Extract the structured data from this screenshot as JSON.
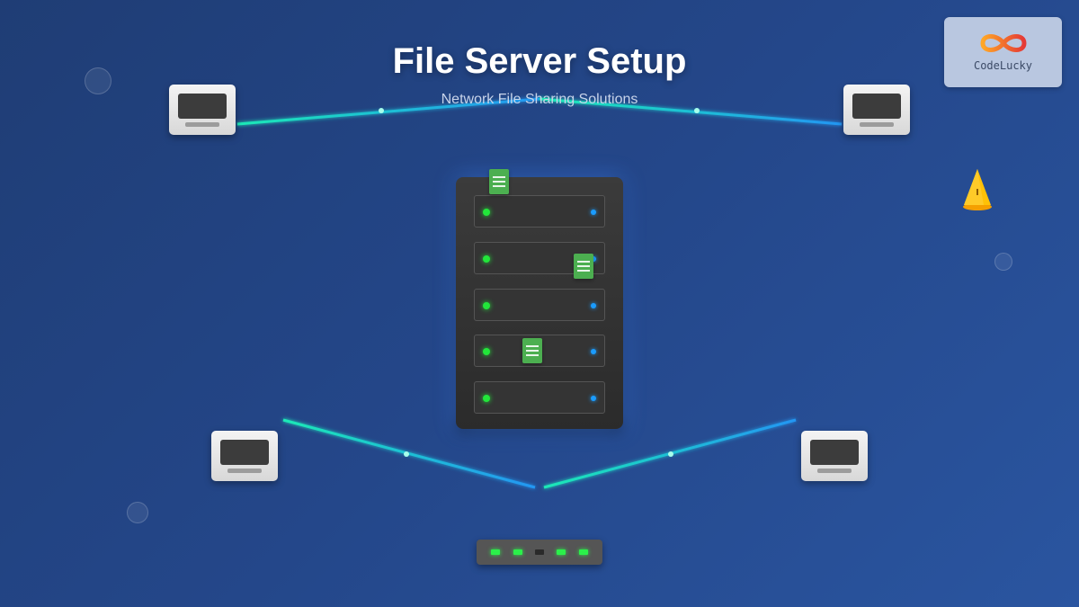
{
  "header": {
    "title": "File Server Setup",
    "subtitle": "Network File Sharing Solutions"
  },
  "logo": {
    "text": "CodeLucky",
    "icon": "infinity-logo-icon"
  },
  "colors": {
    "background": "#24478a",
    "link_start": "#1de9b6",
    "link_end": "#2196f3",
    "led_active": "#22e63a",
    "led_activity": "#1a9cff",
    "document": "#4caf50",
    "warning": "#ffb300"
  },
  "server": {
    "icon": "server-rack-icon",
    "units": 5
  },
  "clients": {
    "icon": "computer-icon",
    "count": 4
  },
  "network_switch": {
    "icon": "network-switch-icon",
    "ports": [
      true,
      true,
      false,
      true,
      true
    ]
  },
  "documents": {
    "icon": "file-document-icon",
    "count": 3
  },
  "alert": {
    "icon": "warning-cone-icon"
  }
}
